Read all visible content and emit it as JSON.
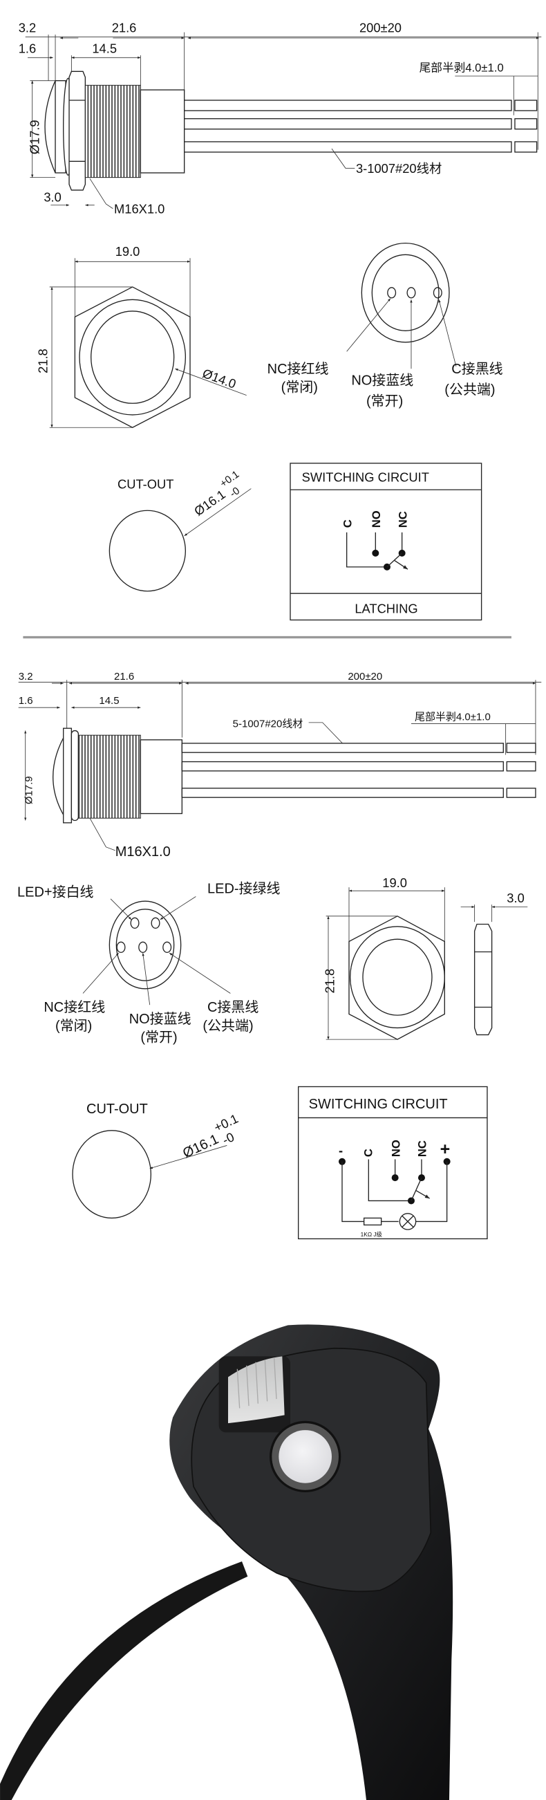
{
  "drawing1": {
    "dim_flange": "3.2",
    "dim_body": "21.6",
    "dim_wire": "200±20",
    "dim_lens": "1.6",
    "dim_thread": "14.5",
    "strip_note": "尾部半剥4.0±1.0",
    "dim_diameter": "Ø17.9",
    "dim_nut": "3.0",
    "thread_spec": "M16X1.0",
    "wire_spec": "3-1007#20线材"
  },
  "drawing2": {
    "dim_width": "19.0",
    "dim_height": "21.8",
    "dim_inner": "Ø14.0",
    "nc_label": "NC接红线",
    "nc_sub": "(常闭)",
    "no_label": "NO接蓝线",
    "no_sub": "(常开)",
    "c_label": "C接黑线",
    "c_sub": "(公共端)"
  },
  "cutout1": {
    "title": "CUT-OUT",
    "dim": "Ø16.1",
    "tol_plus": "+0.1",
    "tol_minus": "-0"
  },
  "circuit1": {
    "title": "SWITCHING CIRCUIT",
    "pins": [
      "C",
      "NO",
      "NC"
    ],
    "footer": "LATCHING"
  },
  "drawing3": {
    "dim_flange": "3.2",
    "dim_body": "21.6",
    "dim_wire": "200±20",
    "dim_lens": "1.6",
    "dim_thread": "14.5",
    "strip_note": "尾部半剥4.0±1.0",
    "dim_diameter": "Ø17.9",
    "thread_spec": "M16X1.0",
    "wire_spec": "5-1007#20线材"
  },
  "drawing4": {
    "led_plus": "LED+接白线",
    "led_minus": "LED-接绿线",
    "nc_label": "NC接红线",
    "nc_sub": "(常闭)",
    "no_label": "NO接蓝线",
    "no_sub": "(常开)",
    "c_label": "C接黑线",
    "c_sub": "(公共端)",
    "dim_width": "19.0",
    "dim_height": "21.8",
    "dim_nut": "3.0"
  },
  "cutout2": {
    "title": "CUT-OUT",
    "dim": "Ø16.1",
    "tol_plus": "+0.1",
    "tol_minus": "-0"
  },
  "circuit2": {
    "title": "SWITCHING CIRCUIT",
    "pins": [
      "-",
      "C",
      "NO",
      "NC",
      "+"
    ],
    "resistor": "1KΩ J级"
  }
}
